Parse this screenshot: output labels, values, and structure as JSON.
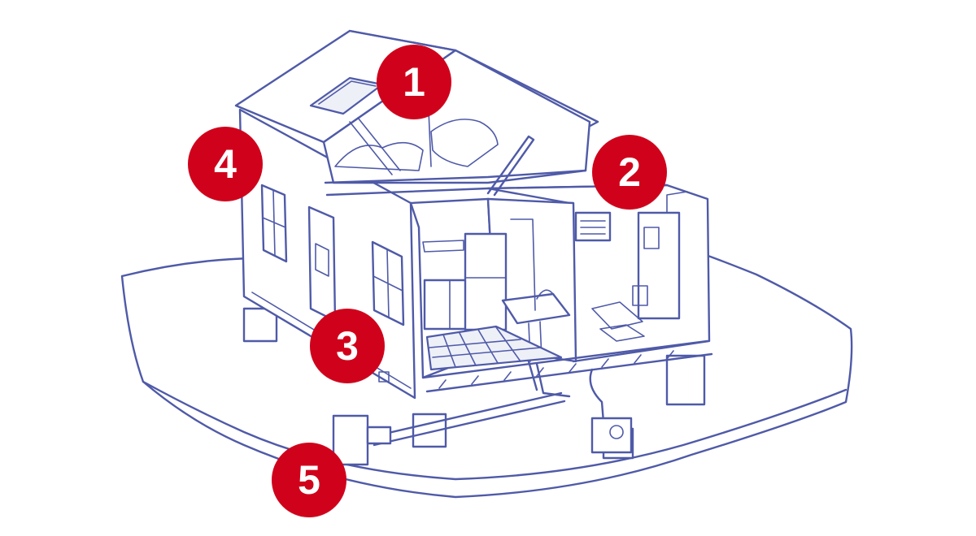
{
  "colors": {
    "ink": "#4f5aa8",
    "marker": "#d0021b",
    "marker_text": "#ffffff",
    "background": "#ffffff"
  },
  "markers": [
    {
      "label": "1"
    },
    {
      "label": "2"
    },
    {
      "label": "3"
    },
    {
      "label": "4"
    },
    {
      "label": "5"
    }
  ]
}
